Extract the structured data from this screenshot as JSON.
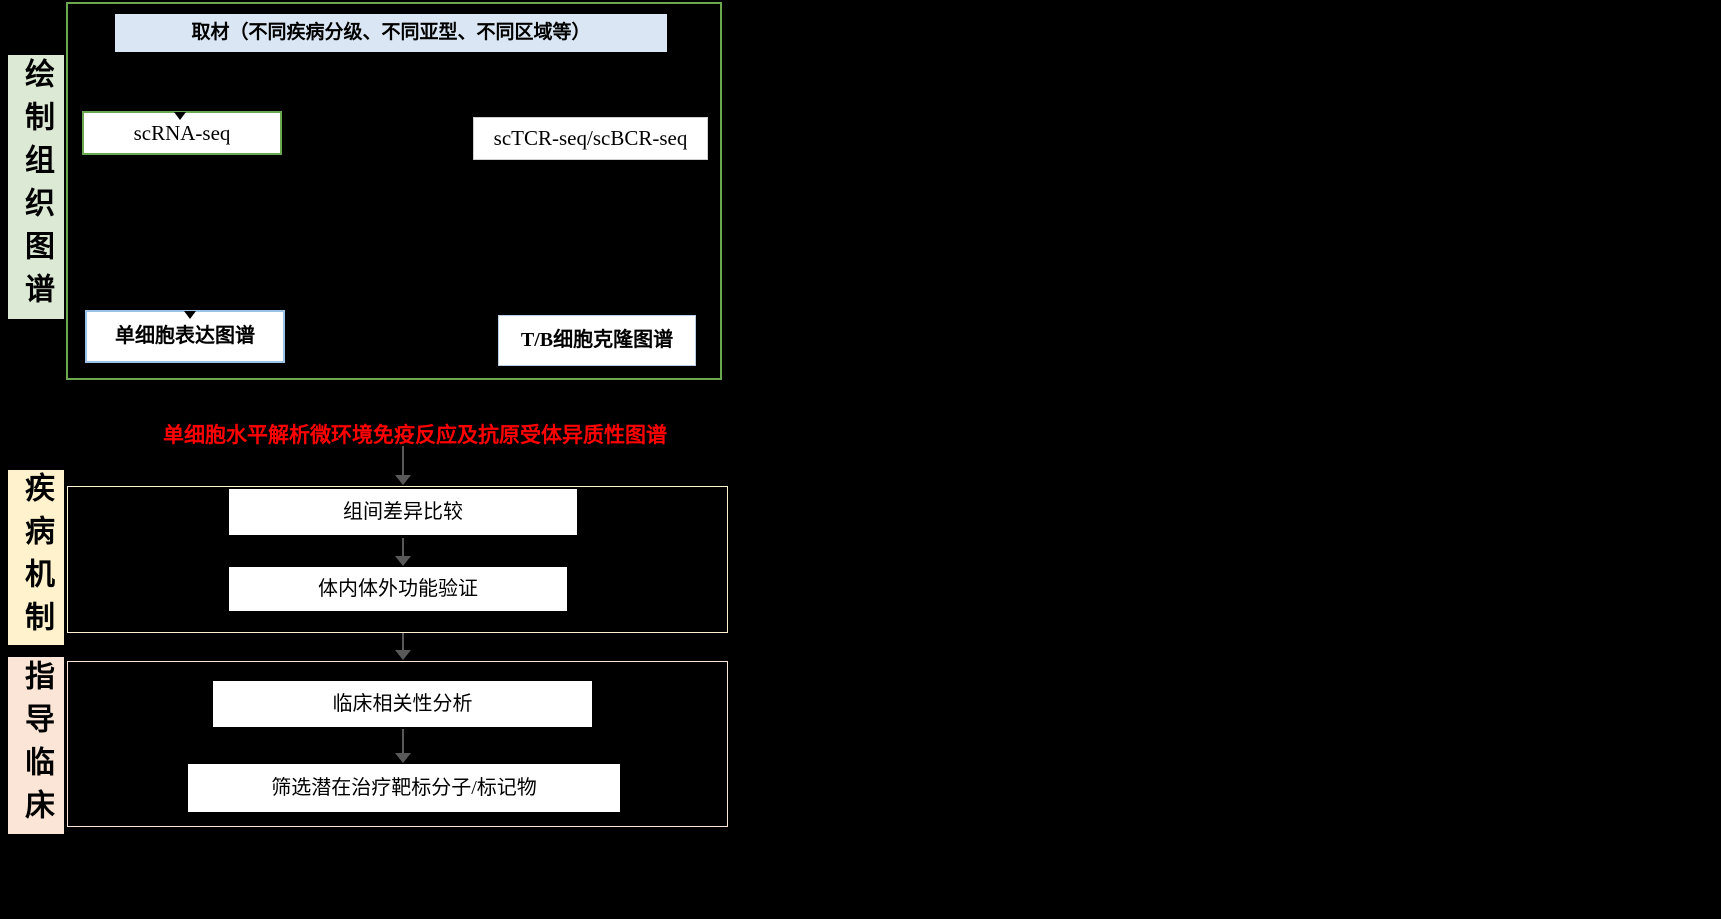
{
  "colors": {
    "background": "#000000",
    "atlas_section_border": "#6aa84f",
    "atlas_label_bg": "#dce9d5",
    "mechanism_label_bg": "#fff2cc",
    "mechanism_section_border": "#fdf3d2",
    "clinic_label_bg": "#fbe5d6",
    "clinic_section_border": "#fbe5d6",
    "sampling_box_bg": "#dae6f3",
    "scrna_box_border": "#6aa84f",
    "expression_box_border": "#9cc2e5",
    "clone_box_border": "#b9cde4",
    "arrow_gray": "#595959",
    "caption_red": "#ff0000"
  },
  "labels": {
    "atlas": "绘制组织图谱",
    "mechanism": "疾病机制",
    "clinic": "指导临床"
  },
  "atlas": {
    "sampling": "取材（不同疾病分级、不同亚型、不同区域等）",
    "scrna_seq": "scRNA-seq",
    "sctcr_seq": "scTCR-seq/scBCR-seq",
    "expression_atlas": "单细胞表达图谱",
    "clone_atlas": "T/B细胞克隆图谱"
  },
  "caption": {
    "red_text": "单细胞水平解析微环境免疫反应及抗原受体异质性图谱"
  },
  "mechanism": {
    "step_compare": "组间差异比较",
    "step_validate": "体内体外功能验证"
  },
  "clinic": {
    "step_correlation": "临床相关性分析",
    "step_screen": "筛选潜在治疗靶标分子/标记物"
  }
}
